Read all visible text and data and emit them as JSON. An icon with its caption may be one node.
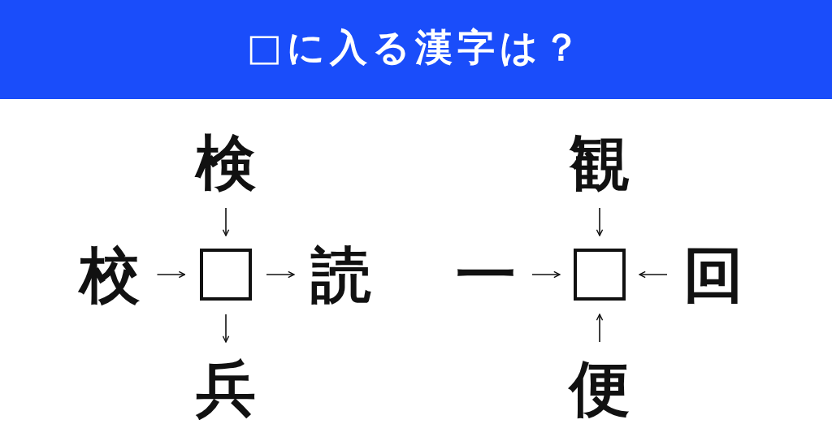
{
  "diagram": {
    "title": "□に入る漢字は？",
    "nodes": [
      {
        "text": [
          "検"
        ]
      },
      {
        "text": [
          "校"
        ]
      },
      {
        "text": [],
        "shape": "box"
      },
      {
        "text": [
          "読"
        ]
      },
      {
        "text": [
          "兵"
        ]
      },
      {
        "text": [
          "観"
        ]
      },
      {
        "text": [
          "一"
        ]
      },
      {
        "text": [],
        "shape": "box"
      },
      {
        "text": [
          "回"
        ]
      },
      {
        "text": [
          "便"
        ]
      }
    ],
    "edges": [
      {
        "from": 0,
        "to": 2,
        "arrow": "to"
      },
      {
        "from": 1,
        "to": 2,
        "arrow": "to"
      },
      {
        "from": 2,
        "to": 3,
        "arrow": "to"
      },
      {
        "from": 2,
        "to": 4,
        "arrow": "to"
      },
      {
        "from": 5,
        "to": 7,
        "arrow": "to"
      },
      {
        "from": 6,
        "to": 7,
        "arrow": "to"
      },
      {
        "from": 8,
        "to": 7,
        "arrow": "to"
      },
      {
        "from": 9,
        "to": 7,
        "arrow": "to"
      }
    ]
  }
}
